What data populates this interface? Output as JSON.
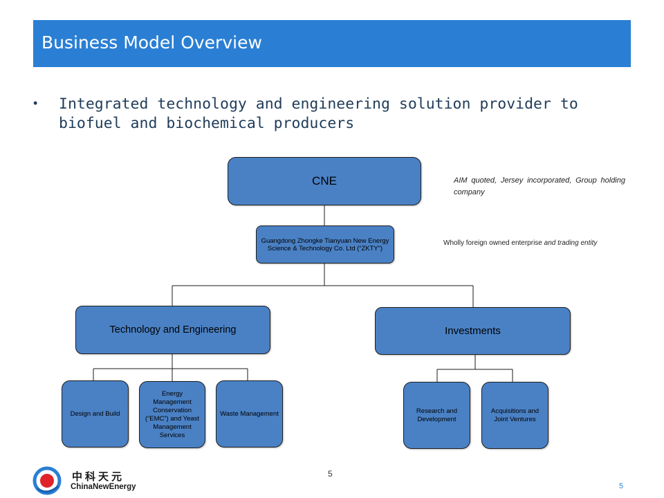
{
  "header": {
    "title": "Business Model Overview"
  },
  "bullet": {
    "symbol": "•",
    "text": "Integrated technology and engineering solution provider to biofuel and biochemical producers"
  },
  "org_chart": {
    "root": "CNE",
    "subsidiary": "Guangdong Zhongke Tianyuan New Energy Science & Technology Co. Ltd (“ZKTY”)",
    "branches": {
      "technology": {
        "label": "Technology and Engineering",
        "children": [
          "Design and Build",
          "Energy Management Conservation (“EMC”) and Yeast Management Services",
          "Waste Management"
        ]
      },
      "investments": {
        "label": "Investments",
        "children": [
          "Research and Development",
          "Acquisitions and Joint Ventures"
        ]
      }
    },
    "notes": {
      "cne": "AIM quoted, Jersey incorporated, Group holding company",
      "zkty_plain": "Wholly foreign owned enterprise ",
      "zkty_italic": "and trading entity"
    }
  },
  "footer": {
    "page_center": "5",
    "page_corner": "5",
    "logo_cn": "中科天元",
    "logo_en": "ChinaNewEnergy"
  },
  "colors": {
    "title_bar": "#2a7fd4",
    "box_fill": "#4a81c5",
    "logo_ring": "#2a7fd4",
    "logo_dot": "#e0242b"
  }
}
